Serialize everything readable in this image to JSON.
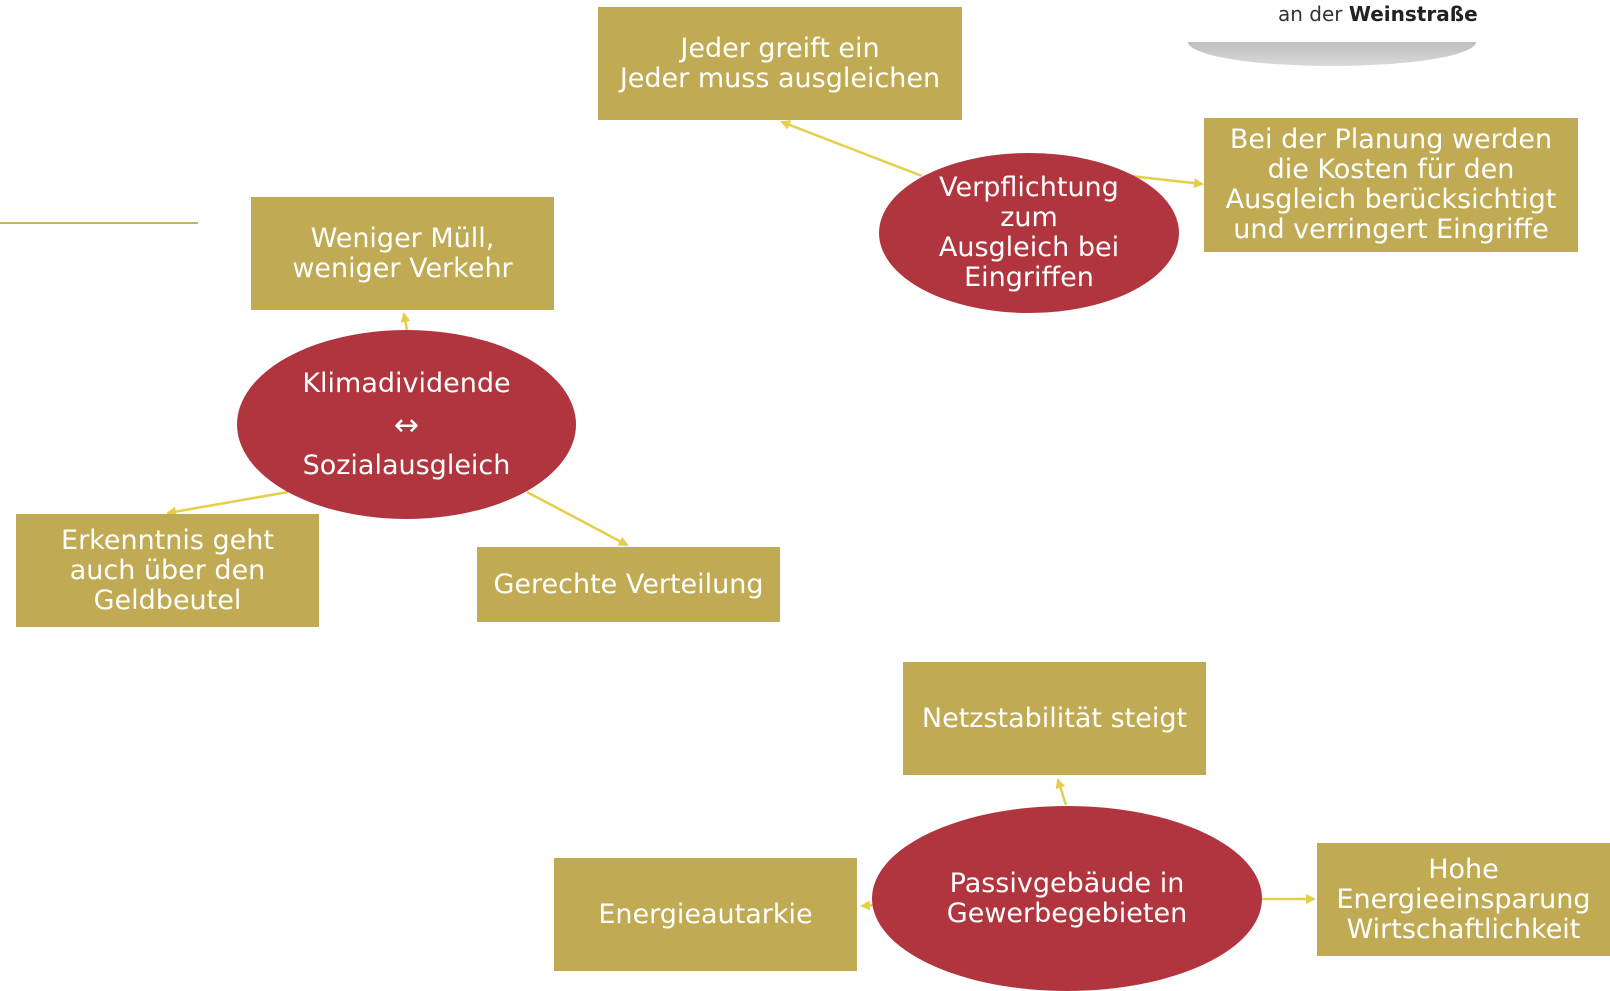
{
  "logo": {
    "prefix": "an der ",
    "bold": "Weinstraße"
  },
  "groups": {
    "verpflichtung": {
      "center": "Verpflichtung\nzum\nAusgleich bei\nEingriffen",
      "box_top": "Jeder greift ein\nJeder muss ausgleichen",
      "box_right": "Bei der Planung werden\ndie Kosten für den\nAusgleich berücksichtigt\nund verringert Eingriffe"
    },
    "klima": {
      "center_top": "Klimadividende",
      "center_symbol": "↔",
      "center_bottom": "Sozialausgleich",
      "box_top": "Weniger Müll,\nweniger Verkehr",
      "box_left": "Erkenntnis geht\nauch über den\nGeldbeutel",
      "box_right": "Gerechte Verteilung"
    },
    "passiv": {
      "center": "Passivgebäude in\nGewerbegebieten",
      "box_top": "Netzstabilität steigt",
      "box_left": "Energieautarkie",
      "box_right": "Hohe\nEnergieeinsparung\nWirtschaftlichkeit"
    }
  },
  "colors": {
    "box": "#c0aa54",
    "ellipse": "#b0353e",
    "connector": "#e3cf4a",
    "text": "#ffffff"
  }
}
